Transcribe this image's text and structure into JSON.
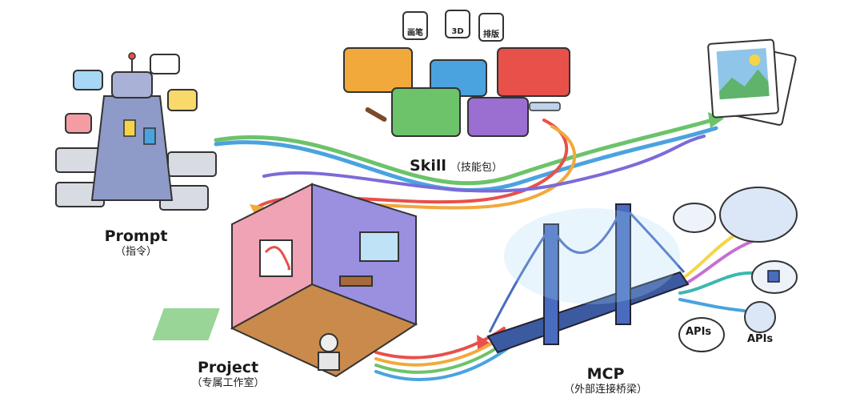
{
  "nodes": {
    "prompt": {
      "title": "Prompt",
      "subtitle": "（指令）"
    },
    "skill": {
      "title": "Skill",
      "subtitle": "（技能包）"
    },
    "project": {
      "title": "Project",
      "subtitle": "（专属工作室）"
    },
    "mcp": {
      "title": "MCP",
      "subtitle": "（外部连接桥梁）"
    }
  },
  "skill_tags": [
    "画笔",
    "3D",
    "排版"
  ],
  "api_labels": [
    "APIs",
    "APIs"
  ],
  "flow_colors": [
    "#e8504a",
    "#f2a93b",
    "#f5d547",
    "#6cc36a",
    "#4aa3df",
    "#7b6bd8",
    "#c66fd1",
    "#3bb8b0"
  ]
}
